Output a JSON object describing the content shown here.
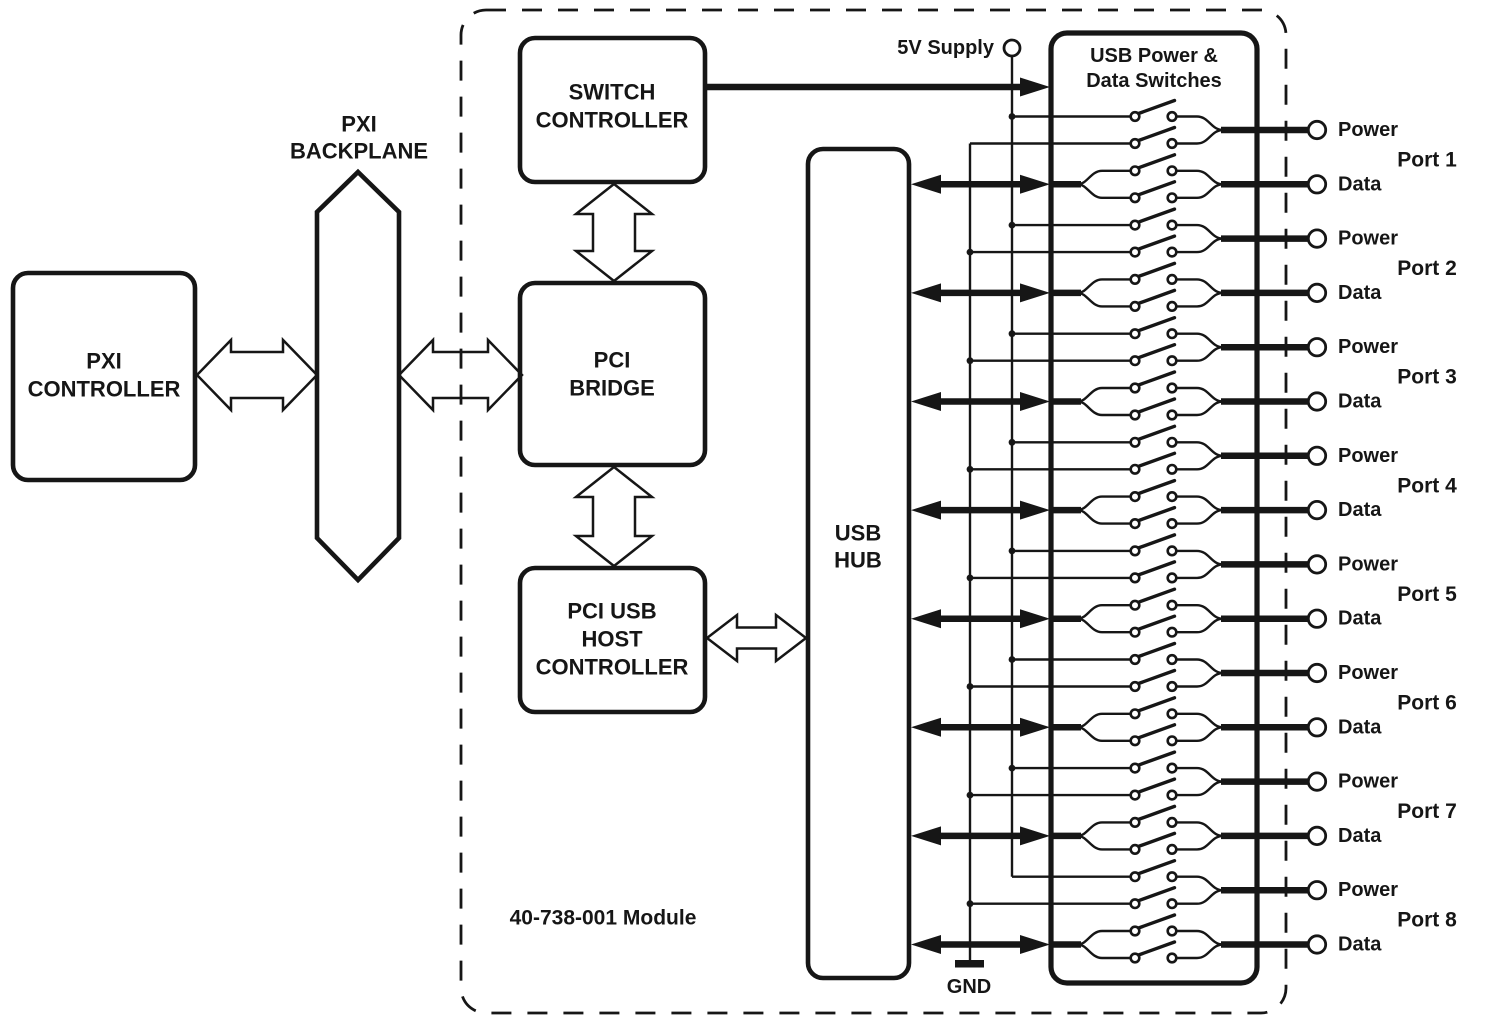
{
  "colors": {
    "ink": "#161616",
    "background": "#ffffff"
  },
  "blocks": {
    "pxi_controller": {
      "line1": "PXI",
      "line2": "CONTROLLER"
    },
    "pxi_backplane": {
      "line1": "PXI",
      "line2": "BACKPLANE"
    },
    "switch_controller": {
      "line1": "SWITCH",
      "line2": "CONTROLLER"
    },
    "pci_bridge": {
      "line1": "PCI",
      "line2": "BRIDGE"
    },
    "pci_usb_host_controller": {
      "line1": "PCI USB",
      "line2": "HOST",
      "line3": "CONTROLLER"
    },
    "usb_hub": {
      "line1": "USB",
      "line2": "HUB"
    },
    "switches_box": {
      "line1": "USB Power &",
      "line2": "Data Switches"
    }
  },
  "labels": {
    "supply": "5V Supply",
    "gnd": "GND",
    "module": "40-738-001 Module"
  },
  "ports": [
    {
      "label": "Port 1",
      "power_label": "Power",
      "data_label": "Data"
    },
    {
      "label": "Port 2",
      "power_label": "Power",
      "data_label": "Data"
    },
    {
      "label": "Port 3",
      "power_label": "Power",
      "data_label": "Data"
    },
    {
      "label": "Port 4",
      "power_label": "Power",
      "data_label": "Data"
    },
    {
      "label": "Port 5",
      "power_label": "Power",
      "data_label": "Data"
    },
    {
      "label": "Port 6",
      "power_label": "Power",
      "data_label": "Data"
    },
    {
      "label": "Port 7",
      "power_label": "Power",
      "data_label": "Data"
    },
    {
      "label": "Port 8",
      "power_label": "Power",
      "data_label": "Data"
    }
  ]
}
